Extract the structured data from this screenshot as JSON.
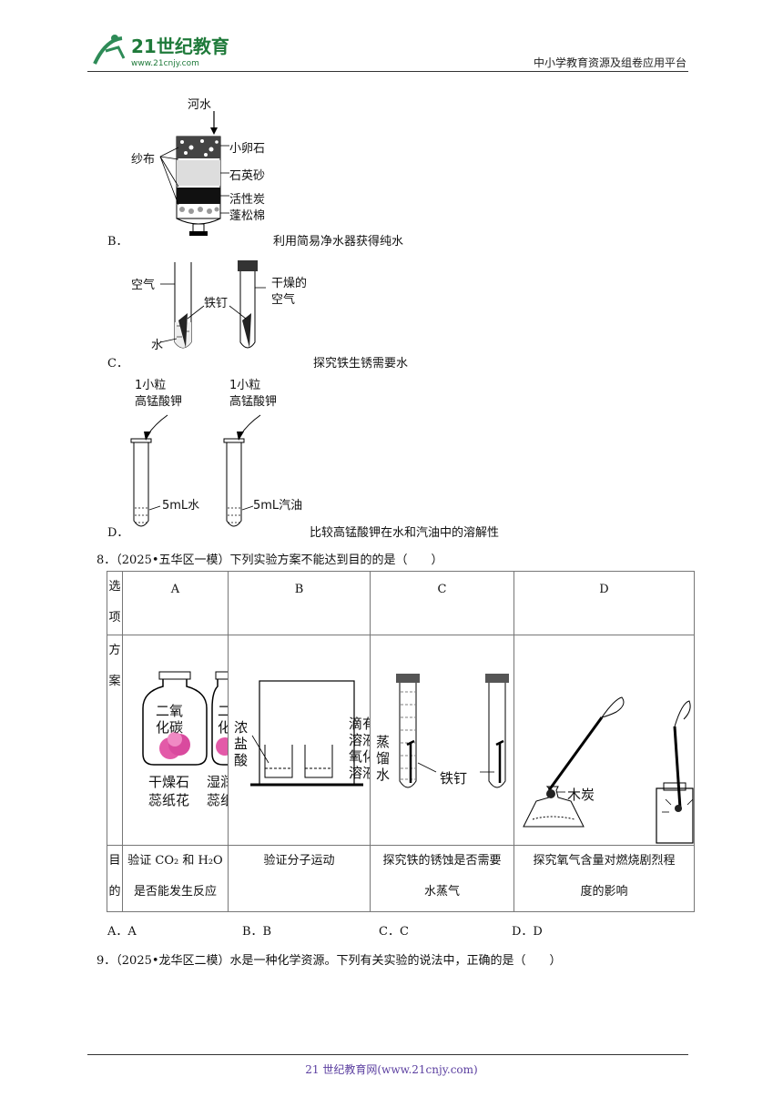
{
  "header": {
    "logo_text": "21世纪教育",
    "logo_url": "www.21cnjy.com",
    "right_text": "中小学教育资源及组卷应用平台"
  },
  "figure_b": {
    "top_label": "河水",
    "left_label": "纱布",
    "layers": [
      "小卵石",
      "石英砂",
      "活性炭",
      "蓬松棉"
    ]
  },
  "option_b": {
    "letter": "B．",
    "text": "利用简易净水器获得纯水"
  },
  "figure_c": {
    "left_label_air": "空气",
    "left_label_water": "水",
    "nail_label": "铁钉",
    "right_label_line1": "干燥的",
    "right_label_line2": "空气"
  },
  "option_c": {
    "letter": "C．",
    "text": "探究铁生锈需要水"
  },
  "figure_d": {
    "left_top1": "1小粒",
    "left_top2": "高锰酸钾",
    "right_top1": "1小粒",
    "right_top2": "高锰酸钾",
    "left_liquid": "5mL水",
    "right_liquid": "5mL汽油"
  },
  "option_d": {
    "letter": "D．",
    "text": "比较高锰酸钾在水和汽油中的溶解性"
  },
  "q8": {
    "stem": "8．（2025•五华区一模）下列实验方案不能达到目的的是（　　）",
    "row_label_header": [
      "选",
      "项"
    ],
    "row_label_scheme": [
      "方",
      "案"
    ],
    "row_label_purpose": [
      "目",
      "的"
    ],
    "col_heads": [
      "A",
      "B",
      "C",
      "D"
    ],
    "figA": {
      "gas1": "二氧",
      "gas2": "化碳",
      "gas1b": "二氧",
      "gas2b": "化碳",
      "cap1": "干燥石",
      "cap2": "蕊纸花",
      "cap1b": "湿润",
      "cap2b": "蕊纸"
    },
    "figB": {
      "l1": "浓",
      "l2": "盐",
      "l3": "酸",
      "r1": "滴有",
      "r2": "溶液",
      "r3": "氧化",
      "r4": "溶液"
    },
    "figC": {
      "w1": "蒸",
      "w2": "馏",
      "w3": "水",
      "nail": "铁钉"
    },
    "figD": {
      "label": "木炭"
    },
    "purposes": [
      [
        "验证 CO₂ 和 H₂O",
        "是否能发生反应"
      ],
      [
        "验证分子运动"
      ],
      [
        "探究铁的锈蚀是否需要",
        "水蒸气"
      ],
      [
        "探究氧气含量对燃烧剧烈程",
        "度的影响"
      ]
    ],
    "answers": [
      "A．A",
      "B．B",
      "C．C",
      "D．D"
    ]
  },
  "q9": {
    "stem": "9．（2025•龙华区二模）水是一种化学资源。下列有关实验的说法中，正确的是（　　）"
  },
  "footer": {
    "text": "21 世纪教育网(www.21cnjy.com)"
  }
}
